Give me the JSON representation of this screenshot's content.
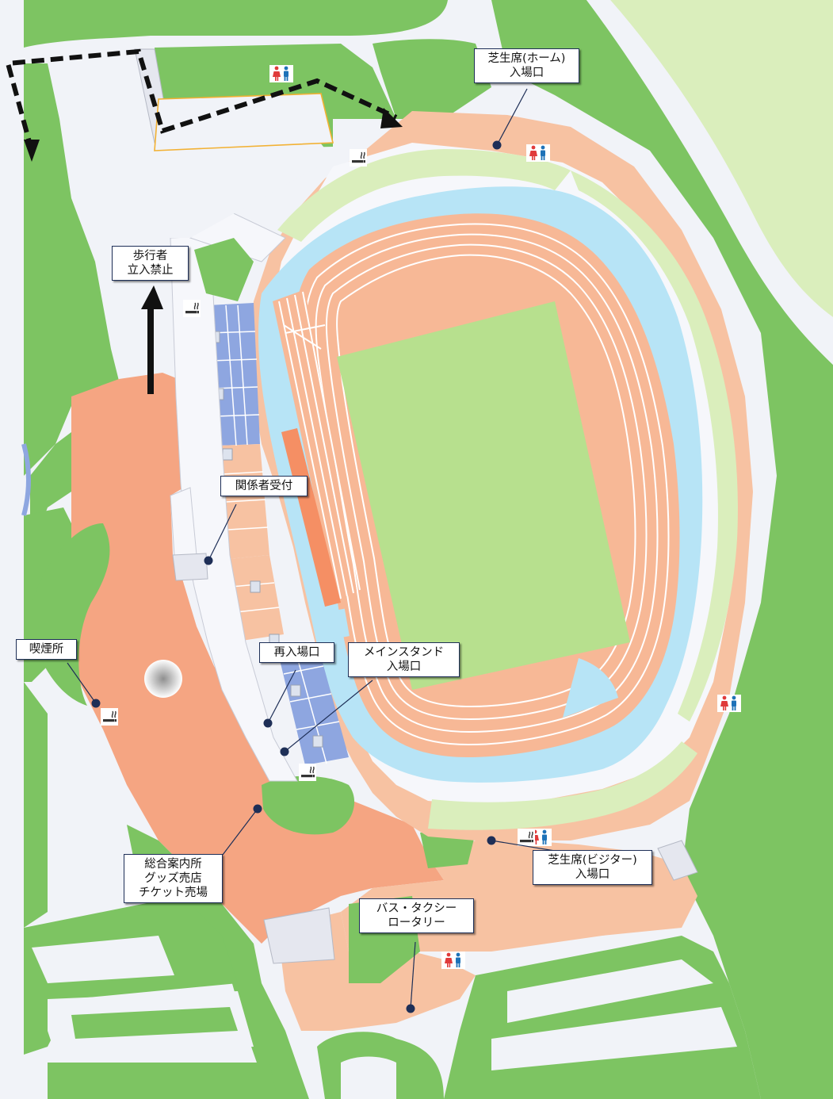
{
  "map": {
    "labels": {
      "home_lawn_entrance": [
        "芝生席(ホーム)",
        "入場口"
      ],
      "no_pedestrians": [
        "歩行者",
        "立入禁止"
      ],
      "staff_reception": [
        "関係者受付"
      ],
      "smoking_area": [
        "喫煙所"
      ],
      "reentry": [
        "再入場口"
      ],
      "main_stand_entrance": [
        "メインスタンド",
        "入場口"
      ],
      "info_center": [
        "総合案内所",
        "グッズ売店",
        "チケット売場"
      ],
      "visitor_lawn_entrance": [
        "芝生席(ビジター)",
        "入場口"
      ],
      "bus_taxi": [
        "バス・タクシー",
        "ロータリー"
      ]
    },
    "icons": {
      "restroom": "restroom-icon",
      "smoking": "smoking-icon",
      "marker": "location-dot-icon",
      "route_arrow": "dashed-route-arrow-icon",
      "no_entry_arrow": "up-arrow-icon"
    },
    "colors": {
      "grass_dark": "#7dc462",
      "grass_light": "#daeebc",
      "plaza_orange": "#f5a582",
      "salmon": "#f7c2a2",
      "track": "#f7b896",
      "field": "#b7e08e",
      "water": "#b7e4f6",
      "seats_blue": "#8ea6e0",
      "label_border": "#1e2f57",
      "marker": "#1e2f57",
      "road": "#f1f3f8"
    }
  }
}
